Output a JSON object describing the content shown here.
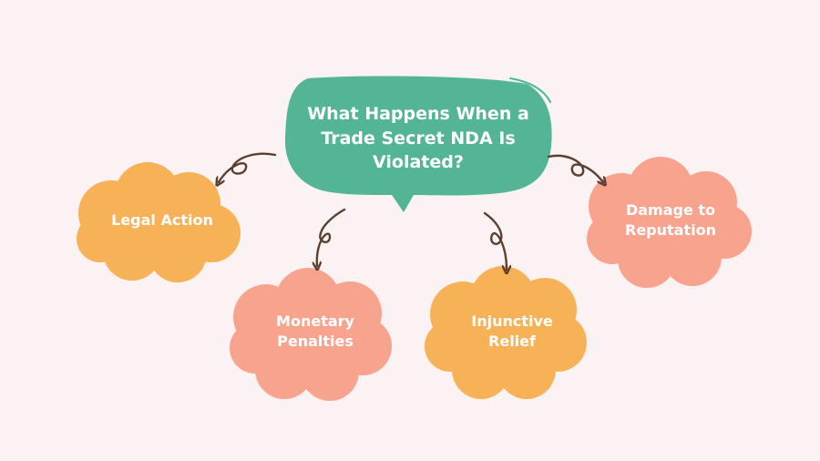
{
  "title": "What Happens When a\nTrade Secret NDA Is\nViolated?",
  "nodes": [
    {
      "id": "legal-action",
      "label": "Legal Action"
    },
    {
      "id": "monetary-penalties",
      "label": "Monetary\nPenalties"
    },
    {
      "id": "injunctive-relief",
      "label": "Injunctive\nRelief"
    },
    {
      "id": "damage-to-reputation",
      "label": "Damage to\nReputation"
    }
  ],
  "colors": {
    "background": "#fbf3f3",
    "center_bubble": "#53b496",
    "orange": "#f7b257",
    "salmon": "#f8a38d",
    "arrow": "#5c3f31",
    "text": "#ffffff"
  }
}
